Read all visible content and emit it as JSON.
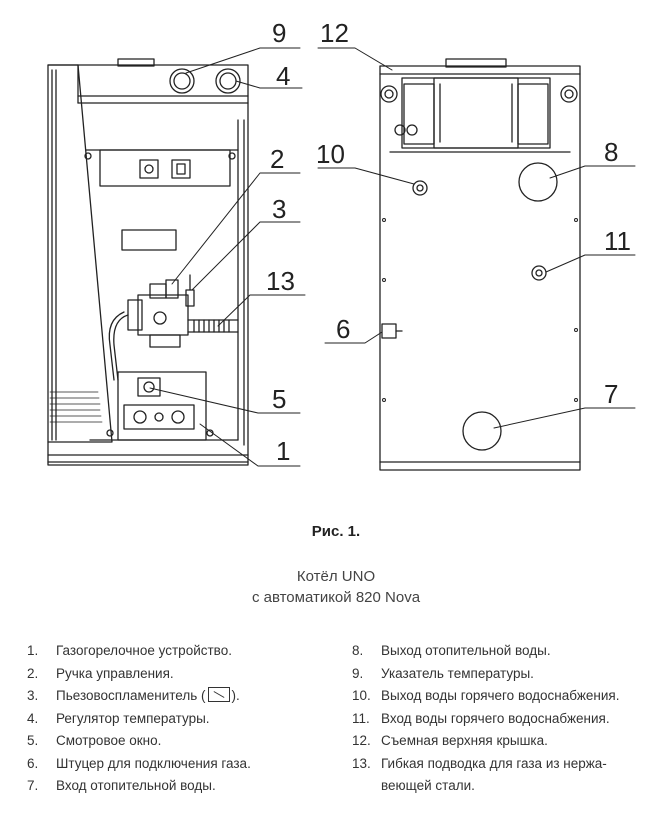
{
  "figure": {
    "label": "Рис. 1.",
    "subtitle_line1": "Котёл UNO",
    "subtitle_line2": "с автоматикой 820 Nova"
  },
  "callouts": {
    "c1": "1",
    "c2": "2",
    "c3": "3",
    "c4": "4",
    "c5": "5",
    "c6": "6",
    "c7": "7",
    "c8": "8",
    "c9": "9",
    "c10": "10",
    "c11": "11",
    "c12": "12",
    "c13": "13"
  },
  "legend_left": [
    {
      "num": "1.",
      "text": "Газогорелочное устройство."
    },
    {
      "num": "2.",
      "text": "Ручка управления."
    },
    {
      "num": "3.",
      "text_before": "Пьезовоспламенитель (",
      "icon": "piezo-igniter-icon",
      "text_after": ")."
    },
    {
      "num": "4.",
      "text": "Регулятор температуры."
    },
    {
      "num": "5.",
      "text": "Смотровое окно."
    },
    {
      "num": "6.",
      "text": "Штуцер для подключения газа."
    },
    {
      "num": "7.",
      "text": "Вход отопительной воды."
    }
  ],
  "legend_right": [
    {
      "num": "8.",
      "text": "Выход отопительной воды."
    },
    {
      "num": "9.",
      "text": "Указатель температуры."
    },
    {
      "num": "10.",
      "text": "Выход воды горячего водоснабжения."
    },
    {
      "num": "11.",
      "text": "Вход воды горячего водоснабжения."
    },
    {
      "num": "12.",
      "text": "Съемная верхняя крышка."
    },
    {
      "num": "13.",
      "text": "Гибкая подводка для газа из нержа-"
    },
    {
      "num": "",
      "text": "веющей стали."
    }
  ]
}
